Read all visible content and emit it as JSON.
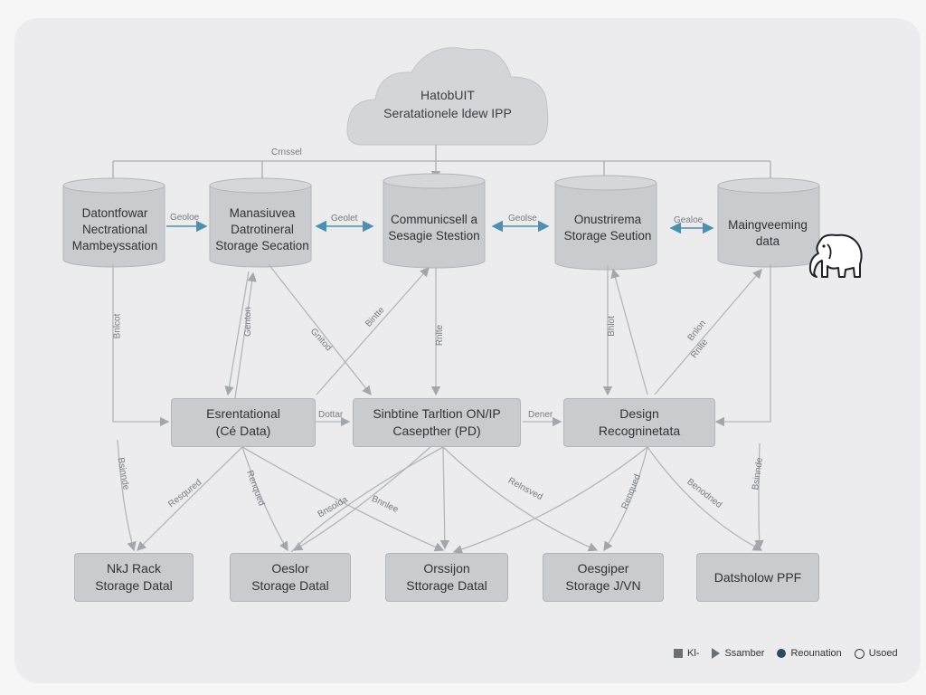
{
  "cloud": {
    "line1": "HatobUIT",
    "line2": "Seratationele ldew IPP"
  },
  "top_bus_label": "Crnssel",
  "storage_nodes": [
    {
      "line1": "Datontfowar",
      "line2": "Nectrational",
      "line3": "Mambeyssation"
    },
    {
      "line1": "Manasiuvea",
      "line2": "Datrotineral",
      "line3": "Storage Secation"
    },
    {
      "line1": "Communicsell a",
      "line2": "Sesagie Stestion",
      "line3": ""
    },
    {
      "line1": "Onustrirema",
      "line2": "Storage Seution",
      "line3": ""
    },
    {
      "line1": "Maingveeming",
      "line2": "data",
      "line3": ""
    }
  ],
  "mid_nodes": [
    {
      "line1": "Esrentational",
      "line2": "(Cé Data)"
    },
    {
      "line1": "Sinbtine Tarltion ON/IP",
      "line2": "Casepther (PD)"
    },
    {
      "line1": "Design",
      "line2": "Recogninetata"
    }
  ],
  "bottom_nodes": [
    {
      "line1": "NkJ Rack",
      "line2": "Storage Datal"
    },
    {
      "line1": "Oeslor",
      "line2": "Storage Datal"
    },
    {
      "line1": "Orssijon",
      "line2": "Sttorage Datal"
    },
    {
      "line1": "Oesgiper",
      "line2": "Storage J/VN"
    },
    {
      "line1": "Datsholow PPF",
      "line2": ""
    }
  ],
  "edge_labels": {
    "h1": "Geoloe",
    "h2": "Geolet",
    "h3": "Geolse",
    "h4": "Gealoe",
    "m1": "Dottar",
    "m2": "Dener",
    "v1": "Bnlcot",
    "v2": "Genton",
    "v3": "Gnitod",
    "v4": "Bintte",
    "v5": "Rnlte",
    "v6": "Bhlot",
    "v7": "Bnlon",
    "v8": "Rnlte",
    "b1": "Bsinnde",
    "b2": "Resqured",
    "b3": "Renqued",
    "b4": "Bnsolda",
    "b5": "Bnnlee",
    "b6": "Relnsved",
    "b7": "Renqued",
    "b8": "Benodned"
  },
  "legend": [
    {
      "icon": "square",
      "label": "Kl-"
    },
    {
      "icon": "triangle",
      "label": "Ssamber"
    },
    {
      "icon": "dot",
      "label": "Reounation"
    },
    {
      "icon": "ring",
      "label": "Usoed"
    }
  ],
  "colors": {
    "accent_arrow": "#4c8fae",
    "node_fill": "#c9cbcf",
    "line": "#a9acb1",
    "panel": "#ececee"
  }
}
